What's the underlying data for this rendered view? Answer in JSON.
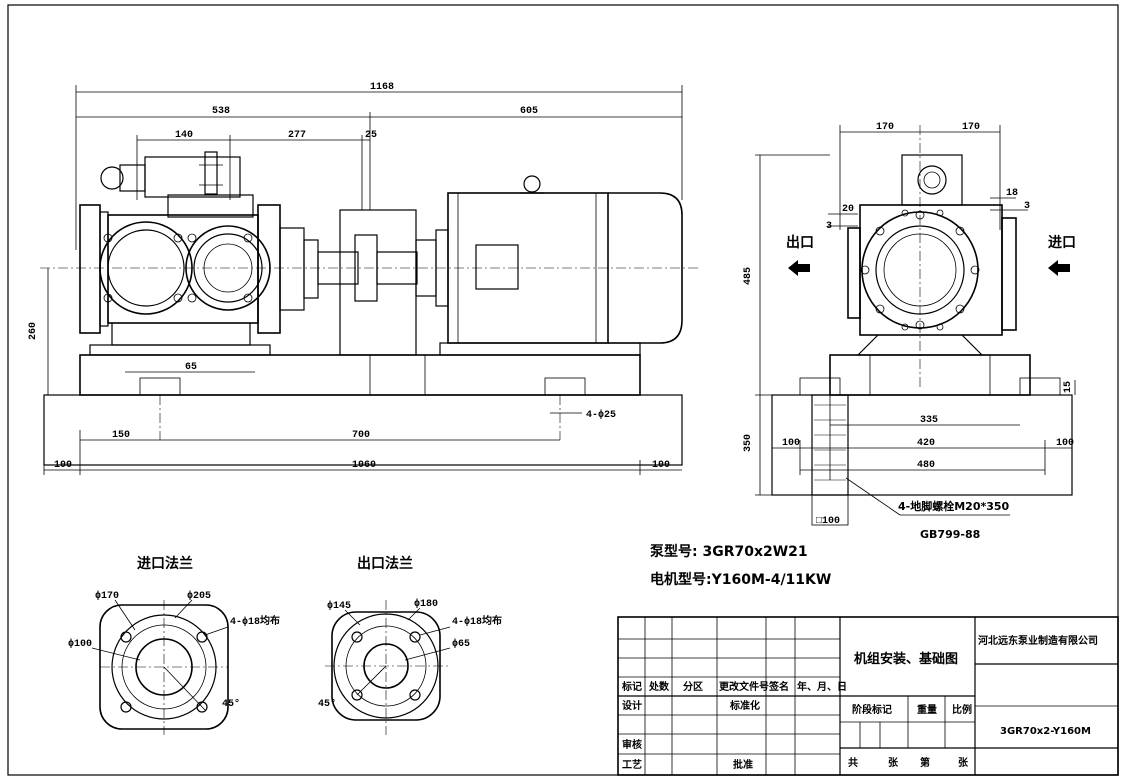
{
  "dimensions": {
    "overall_length": "1168",
    "pump_side": "538",
    "motor_side": "605",
    "d140": "140",
    "d277": "277",
    "d25": "25",
    "height_260": "260",
    "d65": "65",
    "bolt_holes": "4-ϕ25",
    "d150": "150",
    "d700": "700",
    "d100_left": "100",
    "d1060": "1060",
    "d100_right": "100",
    "side_170_left": "170",
    "side_170_right": "170",
    "d20": "20",
    "d3_left": "3",
    "d18": "18",
    "d3_right": "3",
    "height_485": "485",
    "height_350": "350",
    "d15": "15",
    "d335": "335",
    "d100_side_left": "100",
    "d420": "420",
    "d100_side_right": "100",
    "d480": "480",
    "square_100": "□100"
  },
  "labels": {
    "outlet": "出口",
    "inlet": "进口",
    "anchor_bolt": "4-地脚螺栓M20*350",
    "anchor_std": "GB799-88"
  },
  "flanges": {
    "inlet": {
      "title": "进口法兰",
      "d170": "ϕ170",
      "d205": "ϕ205",
      "holes": "4-ϕ18均布",
      "d100": "ϕ100",
      "angle": "45°"
    },
    "outlet": {
      "title": "出口法兰",
      "d145": "ϕ145",
      "d180": "ϕ180",
      "holes": "4-ϕ18均布",
      "d65": "ϕ65",
      "angle": "45°"
    }
  },
  "specs": {
    "pump_model": "泵型号: 3GR70x2W21",
    "motor_model": "电机型号:Y160M-4/11KW"
  },
  "title_block": {
    "drawing_title": "机组安装、基础图",
    "company": "河北远东泵业制造有限公司",
    "drawing_no": "3GR70x2-Y160M",
    "row_mark": "标记",
    "row_count": "处数",
    "row_zone": "分区",
    "row_change_doc": "更改文件号",
    "row_sign": "签名",
    "row_date": "年、月、日",
    "design": "设计",
    "standardize": "标准化",
    "stage_mark": "阶段标记",
    "weight": "重量",
    "scale": "比例",
    "review": "审核",
    "process": "工艺",
    "approve": "批准",
    "total": "共",
    "sheets": "张",
    "sheet_no": "第",
    "sheet_unit": "张"
  }
}
